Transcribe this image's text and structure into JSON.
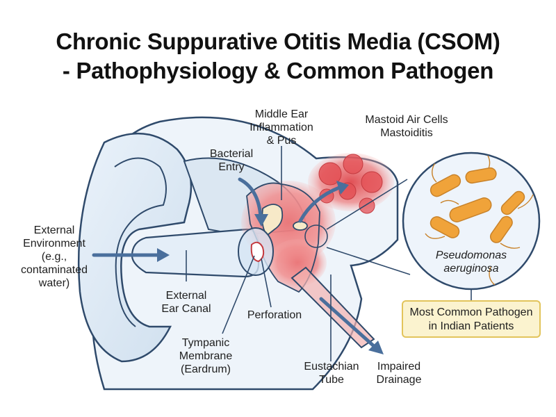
{
  "title": {
    "line1": "Chronic Suppurative Otitis Media (CSOM)",
    "line2": "- Pathophysiology & Common Pathogen"
  },
  "labels": {
    "external_environment": [
      "External",
      "Environment",
      "(e.g.,",
      "contaminated",
      "water)"
    ],
    "bacterial_entry": [
      "Bacterial",
      "Entry"
    ],
    "middle_ear": [
      "Middle Ear",
      "Inflammation",
      "& Pus"
    ],
    "mastoid": [
      "Mastoid Air Cells",
      "Mastoiditis"
    ],
    "external_canal": [
      "External",
      "Ear Canal"
    ],
    "perforation": [
      "Perforation"
    ],
    "tympanic_membrane": [
      "Tympanic",
      "Membrane",
      "(Eardrum)"
    ],
    "eustachian_tube": [
      "Eustachian",
      "Tube"
    ],
    "impaired_drainage": [
      "Impaired",
      "Drainage"
    ],
    "organism": [
      "Pseudomonas",
      "aeruginosa"
    ],
    "pathogen_box": [
      "Most Common Pathogen",
      "in Indian Patients"
    ]
  },
  "colors": {
    "outline": "#2f4a6b",
    "inflammation": "#e0474c",
    "arrow": "#4a6f9c",
    "bacteria": "#f0a33a",
    "box_fill": "#fbf3cf",
    "box_border": "#e2c45b"
  }
}
